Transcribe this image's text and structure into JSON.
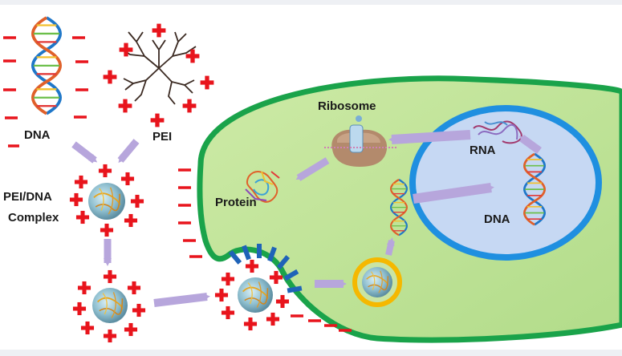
{
  "labels": {
    "dna_top": "DNA",
    "pei": "PEI",
    "complex_line1": "PEI/DNA",
    "complex_line2": "Complex",
    "ribosome": "Ribosome",
    "rna": "RNA",
    "protein": "Protein",
    "dna_nucleus": "DNA"
  },
  "colors": {
    "cell_fill": "#bfe39a",
    "cell_border": "#1aa34a",
    "nucleus_fill": "#c6d8f3",
    "nucleus_border": "#1f8fe0",
    "positive_charge": "#e8141c",
    "negative_charge": "#e8141c",
    "arrow": "#b7a6dc",
    "endosome_ring": "#f5b800",
    "receptor_bars": "#1f63b8",
    "ribosome": "#b38a6c"
  }
}
